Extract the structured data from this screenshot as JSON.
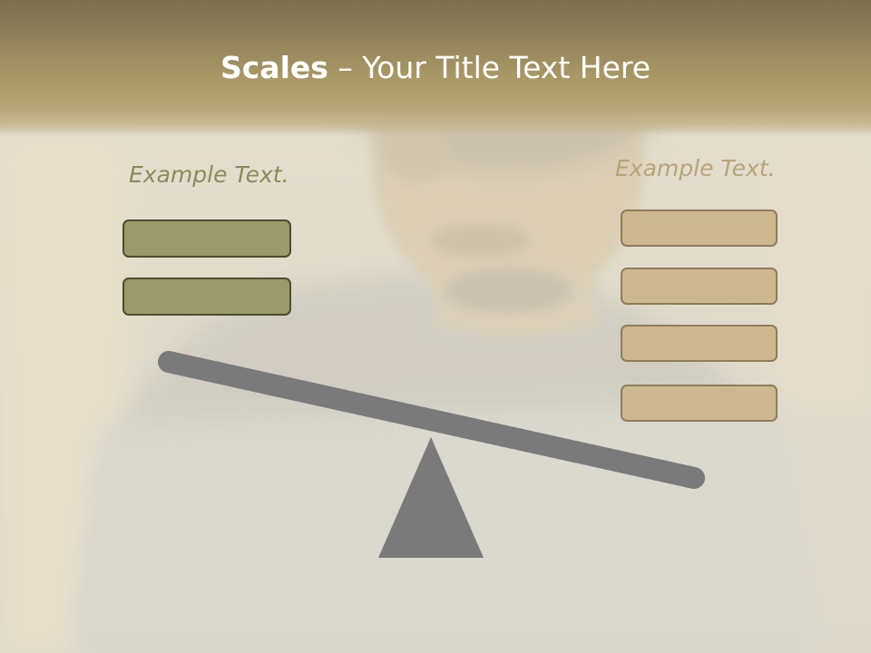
{
  "slide": {
    "title_bold": "Scales",
    "title_rest": " – Your Title Text Here"
  },
  "left_panel": {
    "heading": "Example Text.",
    "box_count": 2,
    "box_color": "#9a9a6a"
  },
  "right_panel": {
    "heading": "Example Text.",
    "box_count": 4,
    "box_color": "#cdb890"
  },
  "seesaw": {
    "color": "#7a7a7a"
  },
  "colors": {
    "header": "#a89765",
    "title_text": "#ffffff",
    "background": "#ddd8c8"
  }
}
